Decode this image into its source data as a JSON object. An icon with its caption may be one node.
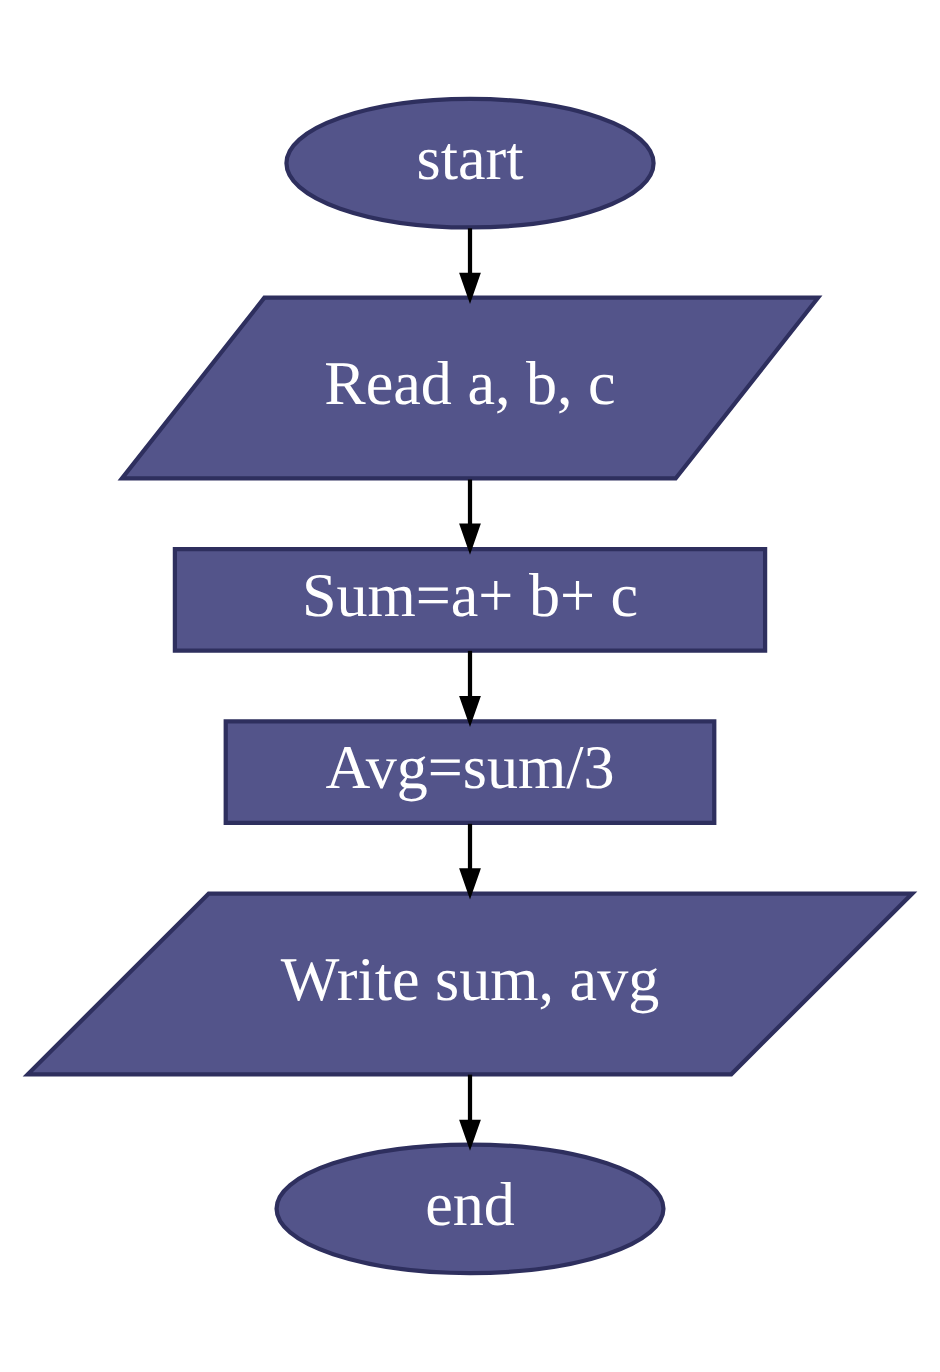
{
  "diagram": {
    "nodes": [
      {
        "text": [
          "start"
        ]
      },
      {
        "text": [
          "Read a, b, c"
        ]
      },
      {
        "text": [
          "Sum=a+ b+ c"
        ]
      },
      {
        "text": [
          "Avg=sum/3"
        ]
      },
      {
        "text": [
          "Write sum, avg"
        ]
      },
      {
        "text": [
          "end"
        ]
      }
    ],
    "edges": [
      {
        "from": 0,
        "to": 1,
        "arrow": "to"
      },
      {
        "from": 1,
        "to": 2,
        "arrow": "to"
      },
      {
        "from": 2,
        "to": 3,
        "arrow": "to"
      },
      {
        "from": 3,
        "to": 4,
        "arrow": "to"
      },
      {
        "from": 4,
        "to": 5,
        "arrow": "to"
      }
    ]
  }
}
